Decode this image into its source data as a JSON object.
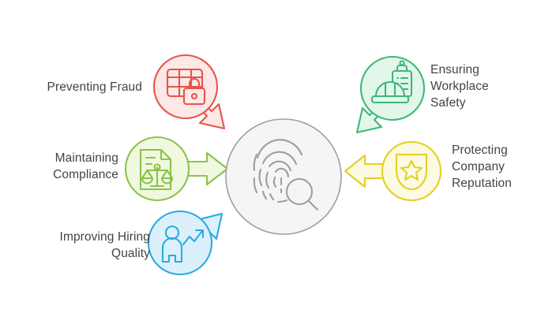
{
  "diagram": {
    "type": "hub-and-spoke",
    "title": "",
    "center": {
      "name": "background-screening-hub",
      "icon": "fingerprint-magnifier-icon",
      "label": "",
      "circle_color": "#f5f5f5",
      "stroke_color": "#9e9e9e",
      "icon_color": "#9e9e9e"
    },
    "nodes": [
      {
        "id": "preventing-fraud",
        "label": "Preventing Fraud",
        "icon": "spreadsheet-lock-icon",
        "side": "left",
        "color": "#e8544a",
        "fill": "#fce8e6",
        "arrow_direction": "down-right"
      },
      {
        "id": "maintaining-compliance",
        "label": "Maintaining\nCompliance",
        "icon": "document-scales-icon",
        "side": "left",
        "color": "#8bc34a",
        "fill": "#f0f8e0",
        "arrow_direction": "right"
      },
      {
        "id": "improving-hiring-quality",
        "label": "Improving Hiring\nQuality",
        "icon": "person-growth-arrow-icon",
        "side": "left",
        "color": "#29abe2",
        "fill": "#dcf0fb",
        "arrow_direction": "up-right"
      },
      {
        "id": "ensuring-workplace-safety",
        "label": "Ensuring\nWorkplace\nSafety",
        "icon": "hardhat-clipboard-icon",
        "side": "right",
        "color": "#3cb878",
        "fill": "#e2f7ea",
        "arrow_direction": "down-left"
      },
      {
        "id": "protecting-company-reputation",
        "label": "Protecting\nCompany\nReputation",
        "icon": "shield-star-icon",
        "side": "right",
        "color": "#e3d026",
        "fill": "#fcfae0",
        "arrow_direction": "left"
      }
    ]
  }
}
